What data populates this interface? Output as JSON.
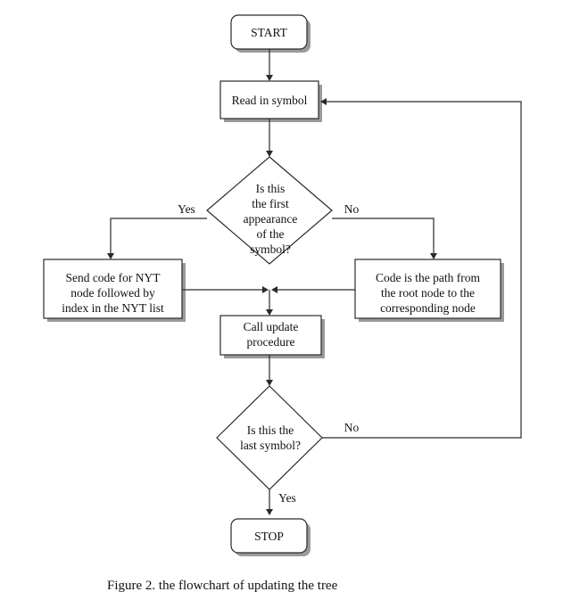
{
  "nodes": {
    "start": "START",
    "read": "Read in symbol",
    "first": [
      "Is this",
      "the first",
      "appearance",
      "of the",
      "symbol?"
    ],
    "nyt": [
      "Send code for NYT",
      "node followed by",
      "index in the NYT list"
    ],
    "path": [
      "Code is the path from",
      "the root node to the",
      "corresponding node"
    ],
    "update": [
      "Call update",
      "procedure"
    ],
    "last": [
      "Is this the",
      "last symbol?"
    ],
    "stop": "STOP"
  },
  "edges": {
    "first_yes": "Yes",
    "first_no": "No",
    "last_no": "No",
    "last_yes": "Yes"
  },
  "caption": "Figure 2. the flowchart of updating the tree"
}
